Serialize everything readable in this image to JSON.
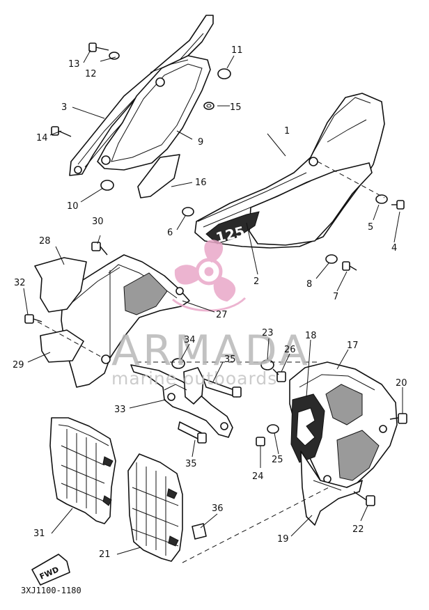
{
  "diagram": {
    "code": "3XJ1100-1180",
    "fwd_label": "FWD",
    "watermark": {
      "brand": "ARMADA",
      "tagline": "marine outboards",
      "color": "#e9a8c8"
    },
    "callouts": [
      "1",
      "2",
      "3",
      "4",
      "5",
      "6",
      "7",
      "8",
      "9",
      "10",
      "11",
      "12",
      "13",
      "14",
      "15",
      "16",
      "17",
      "18",
      "19",
      "20",
      "21",
      "22",
      "23",
      "24",
      "25",
      "26",
      "27",
      "28",
      "29",
      "30",
      "31",
      "32",
      "33",
      "34",
      "35",
      "35",
      "36"
    ]
  }
}
